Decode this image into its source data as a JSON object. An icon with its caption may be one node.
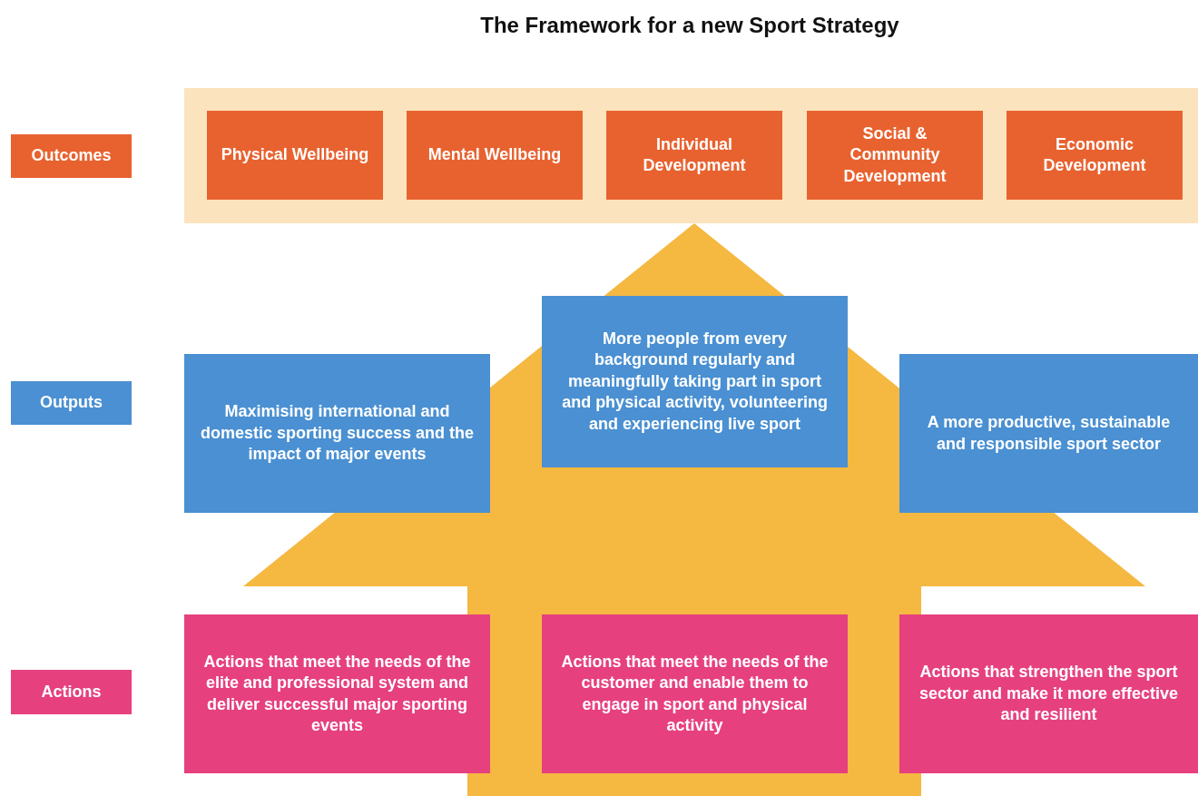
{
  "diagram": {
    "title": "The Framework for a new Sport Strategy",
    "nodes": [
      {
        "text": [
          "Outcomes"
        ]
      },
      {
        "text": [],
        "shape": "box"
      },
      {
        "text": [
          "Physical Wellbeing"
        ],
        "in": 1
      },
      {
        "text": [
          "Mental Wellbeing"
        ],
        "in": 1
      },
      {
        "text": [
          "Individual Development"
        ],
        "in": 1
      },
      {
        "text": [
          "Social & Community Development"
        ],
        "in": 1
      },
      {
        "text": [
          "Economic Development"
        ],
        "in": 1
      },
      {
        "text": [
          "Outputs"
        ]
      },
      {
        "text": [
          "Maximising international and domestic sporting success and the impact of major events"
        ]
      },
      {
        "text": [
          "More people from every background regularly and meaningfully taking part in sport and physical activity, volunteering and experiencing live sport"
        ]
      },
      {
        "text": [
          "A more productive, sustainable and responsible sport sector"
        ]
      },
      {
        "text": [
          "Actions"
        ]
      },
      {
        "text": [
          "Actions that meet the needs of the elite and professional system and deliver successful major sporting events"
        ]
      },
      {
        "text": [
          "Actions that meet the needs of the customer and enable them to engage in sport and physical activity"
        ]
      },
      {
        "text": [
          "Actions that strengthen the sport sector and make it more effective and resilient"
        ]
      }
    ],
    "edges": [
      {
        "from": null,
        "to": 1,
        "arrow": "to"
      }
    ]
  }
}
